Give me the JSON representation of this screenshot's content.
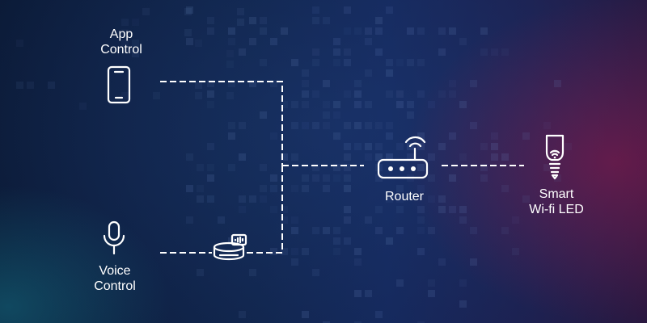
{
  "nodes": {
    "app_control": {
      "line1": "App",
      "line2": "Control",
      "icon": "smartphone-icon"
    },
    "voice_control": {
      "line1": "Voice",
      "line2": "Control",
      "icon": "microphone-icon"
    },
    "smart_speaker": {
      "icon": "smart-speaker-icon"
    },
    "router": {
      "label": "Router",
      "icon": "router-icon"
    },
    "smart_led": {
      "line1": "Smart",
      "line2": "Wi-fi LED",
      "icon": "smart-bulb-icon"
    }
  },
  "colors": {
    "line": "#ffffff",
    "text": "#ffffff",
    "background_dark": "#0b1a36",
    "background_accent": "#96184a"
  }
}
